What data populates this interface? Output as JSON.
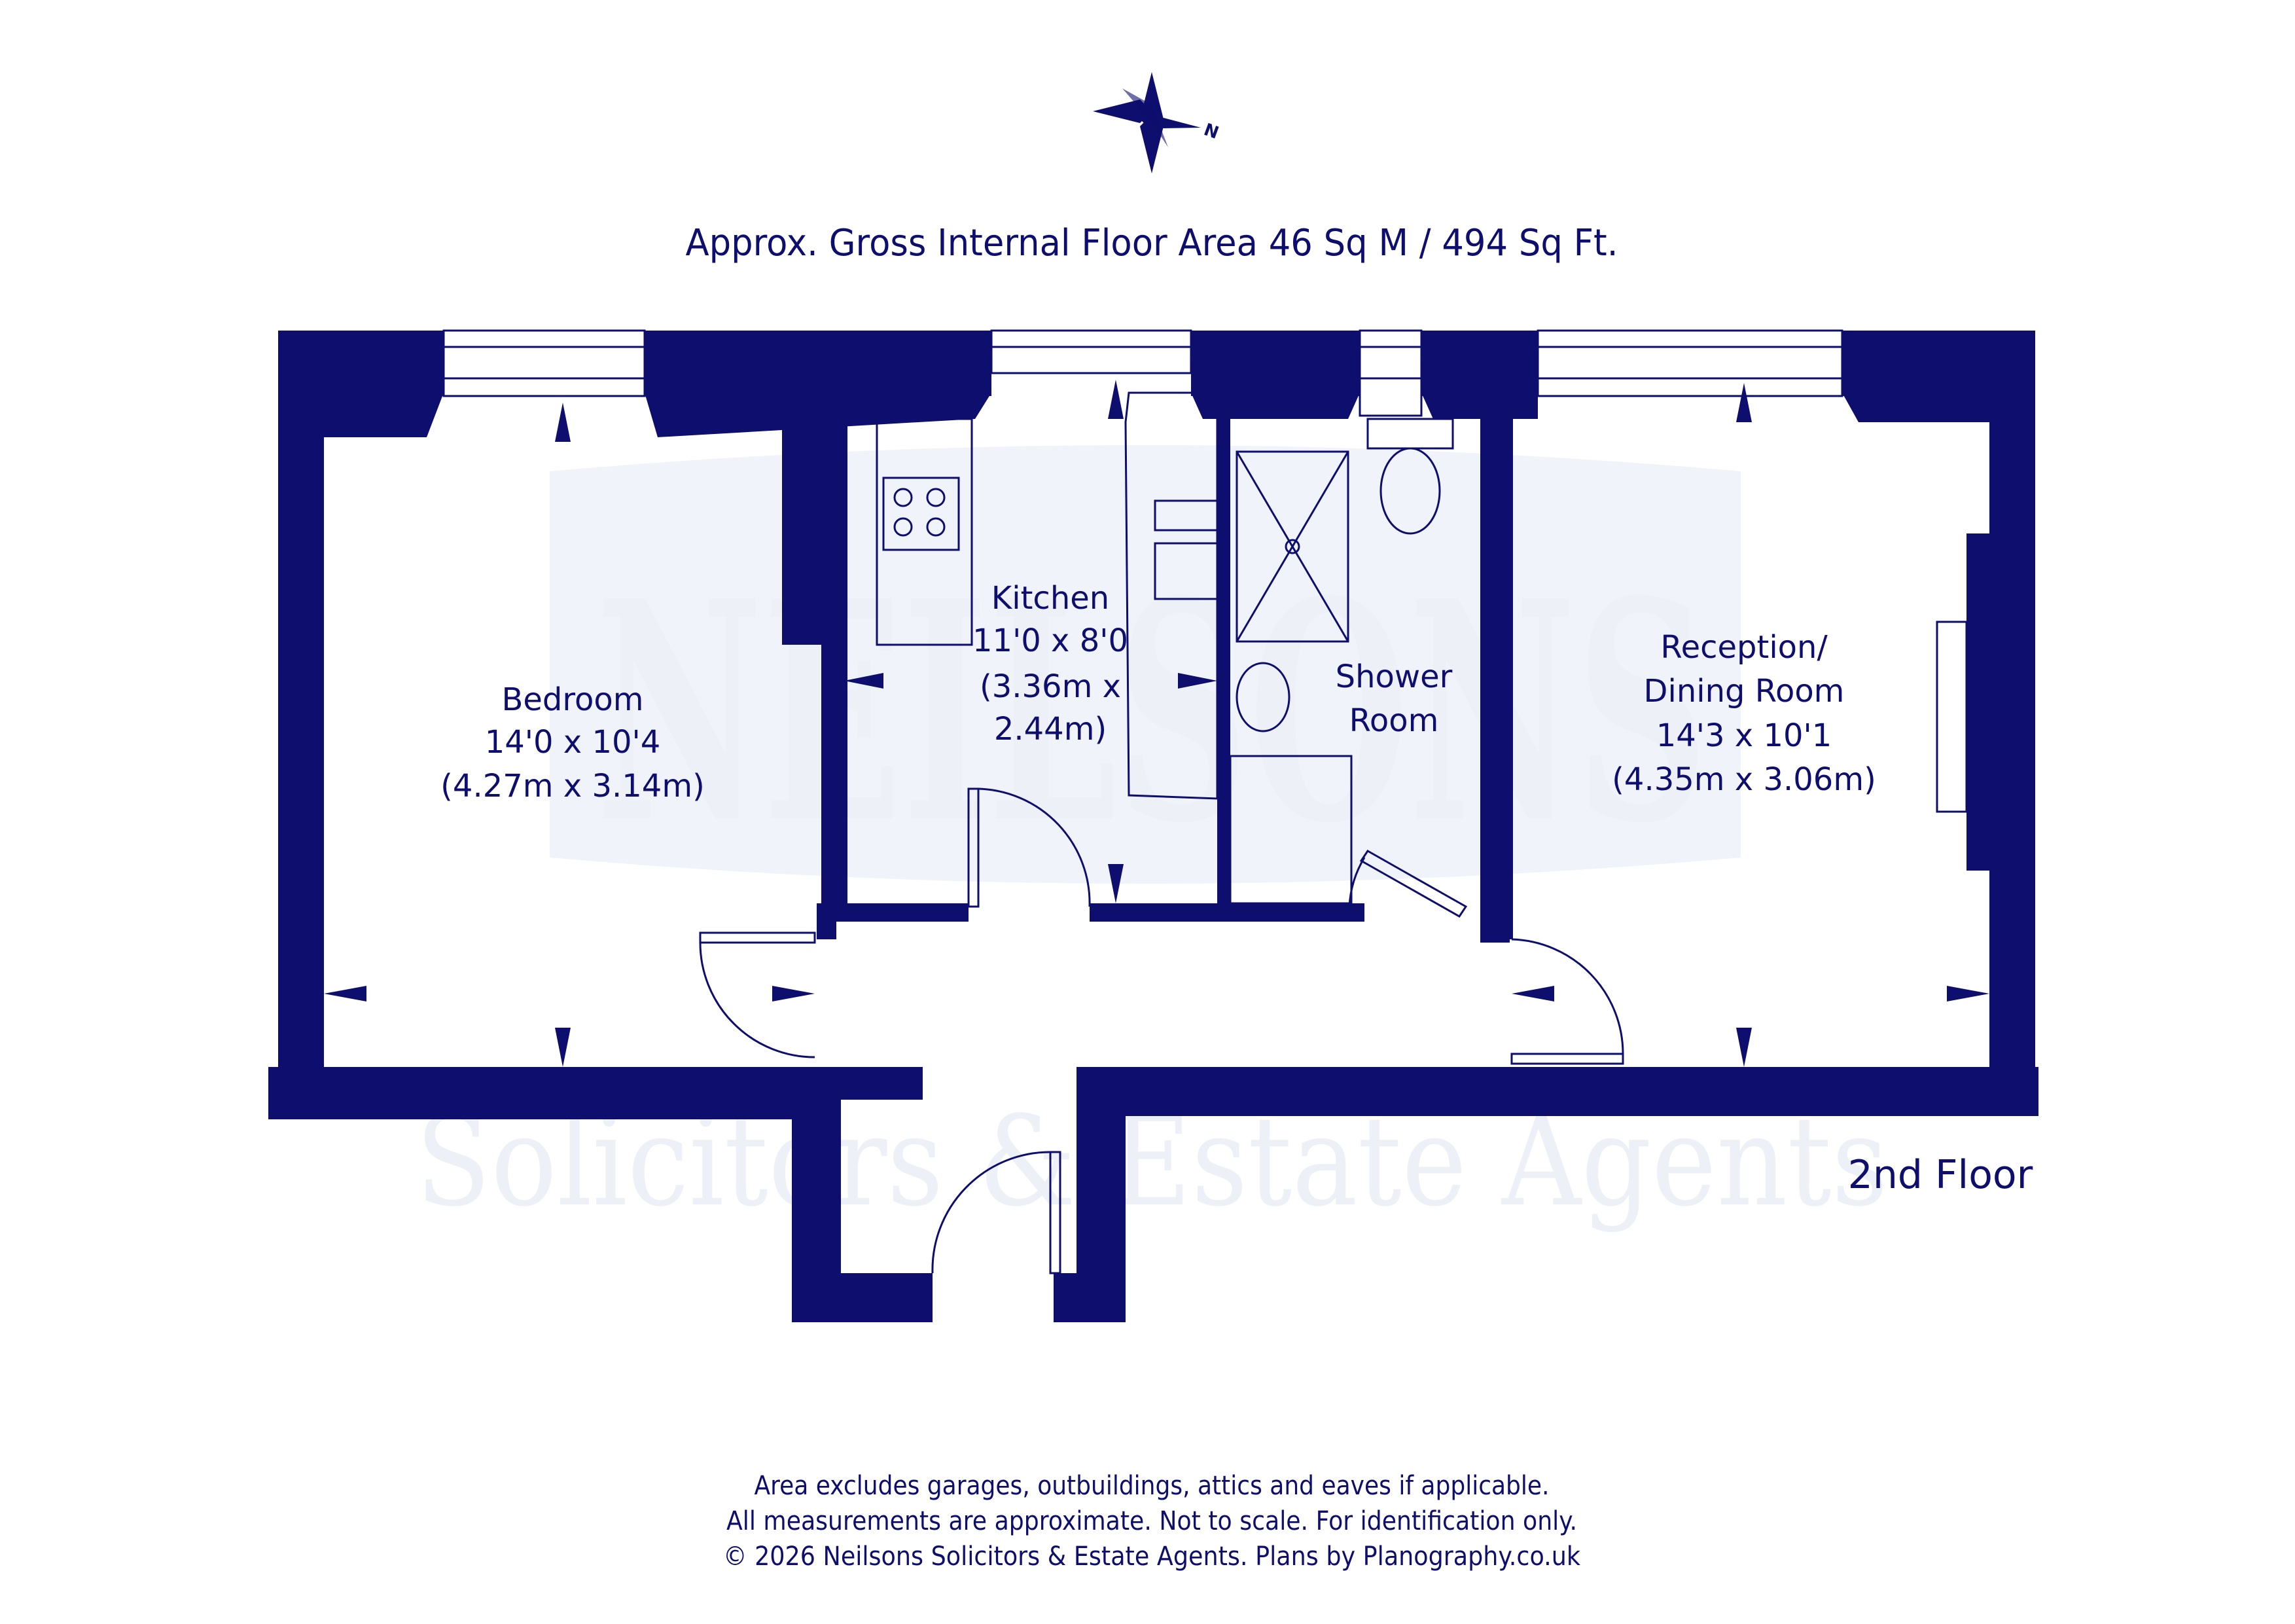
{
  "compass": {
    "icon": "compass-rose-icon",
    "north_label": "N"
  },
  "header": {
    "area_text": "Approx. Gross Internal Floor Area 46 Sq M / 494 Sq Ft."
  },
  "watermark": {
    "logo_text": "NEILSONS",
    "tagline": "Solicitors & Estate Agents"
  },
  "rooms": {
    "bedroom": {
      "name": "Bedroom",
      "dims_imperial": "14'0 x 10'4",
      "dims_metric": "(4.27m x 3.14m)"
    },
    "kitchen": {
      "name": "Kitchen",
      "dims_imperial": "11'0 x 8'0",
      "dims_metric_line1": "(3.36m x",
      "dims_metric_line2": "2.44m)"
    },
    "shower": {
      "name_line1": "Shower",
      "name_line2": "Room"
    },
    "reception": {
      "name_line1": "Reception/",
      "name_line2": "Dining Room",
      "dims_imperial": "14'3 x 10'1",
      "dims_metric": "(4.35m x 3.06m)"
    }
  },
  "floor_label": "2nd Floor",
  "footer": {
    "line1": "Area excludes garages, outbuildings, attics and eaves if applicable.",
    "line2": "All measurements are approximate. Not to scale. For identification only.",
    "line3": "© 2026 Neilsons Solicitors & Estate Agents. Plans by Planography.co.uk"
  },
  "colors": {
    "ink": "#0e0e6e",
    "watermark": "#eef0f8",
    "background": "#ffffff"
  }
}
